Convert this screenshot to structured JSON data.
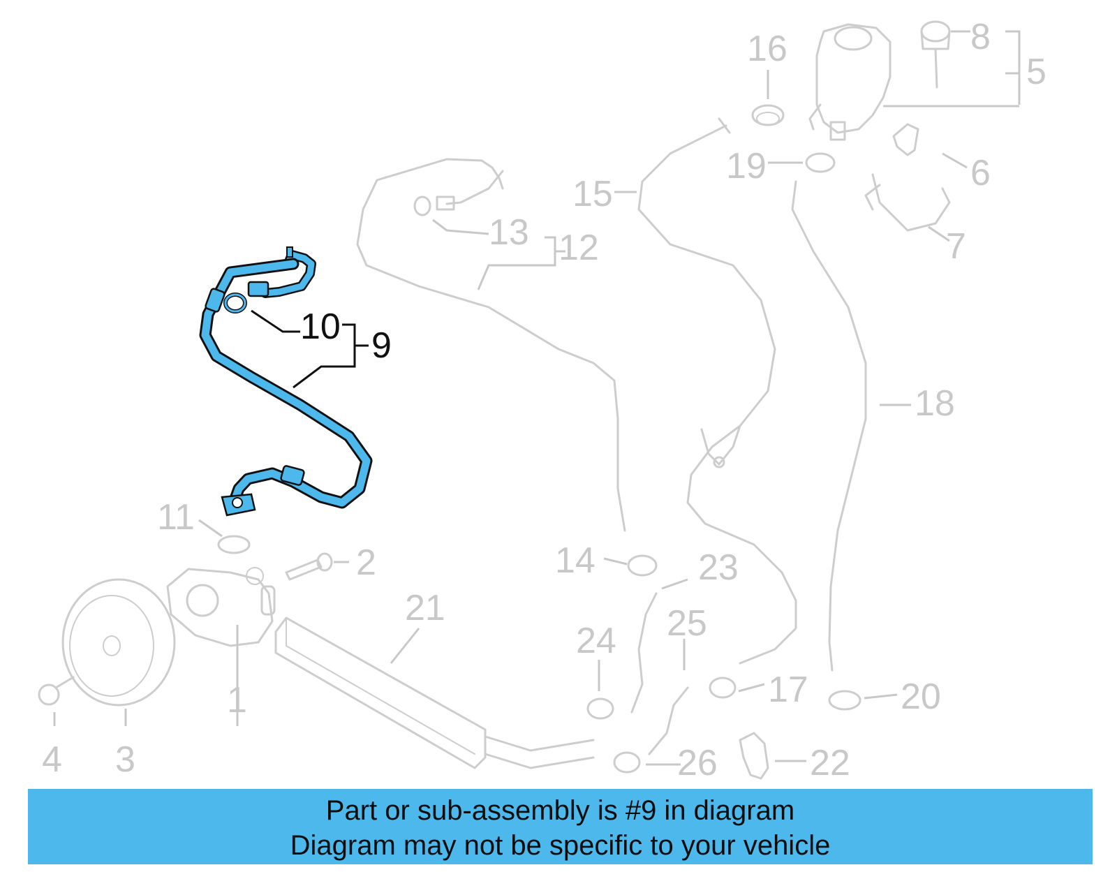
{
  "diagram": {
    "callouts": [
      {
        "id": "1",
        "label": "1",
        "highlight": false
      },
      {
        "id": "2",
        "label": "2",
        "highlight": false
      },
      {
        "id": "3",
        "label": "3",
        "highlight": false
      },
      {
        "id": "4",
        "label": "4",
        "highlight": false
      },
      {
        "id": "5",
        "label": "5",
        "highlight": false
      },
      {
        "id": "6",
        "label": "6",
        "highlight": false
      },
      {
        "id": "7",
        "label": "7",
        "highlight": false
      },
      {
        "id": "8",
        "label": "8",
        "highlight": false
      },
      {
        "id": "9",
        "label": "9",
        "highlight": true
      },
      {
        "id": "10",
        "label": "10",
        "highlight": true
      },
      {
        "id": "11",
        "label": "11",
        "highlight": false
      },
      {
        "id": "12",
        "label": "12",
        "highlight": false
      },
      {
        "id": "13",
        "label": "13",
        "highlight": false
      },
      {
        "id": "14",
        "label": "14",
        "highlight": false
      },
      {
        "id": "15",
        "label": "15",
        "highlight": false
      },
      {
        "id": "16",
        "label": "16",
        "highlight": false
      },
      {
        "id": "17",
        "label": "17",
        "highlight": false
      },
      {
        "id": "18",
        "label": "18",
        "highlight": false
      },
      {
        "id": "19",
        "label": "19",
        "highlight": false
      },
      {
        "id": "20",
        "label": "20",
        "highlight": false
      },
      {
        "id": "21",
        "label": "21",
        "highlight": false
      },
      {
        "id": "22",
        "label": "22",
        "highlight": false
      },
      {
        "id": "23",
        "label": "23",
        "highlight": false
      },
      {
        "id": "24",
        "label": "24",
        "highlight": false
      },
      {
        "id": "25",
        "label": "25",
        "highlight": false
      },
      {
        "id": "26",
        "label": "26",
        "highlight": false
      }
    ],
    "highlight_color": "#4cb8ec",
    "part_color": "#cdcdcd"
  },
  "banner": {
    "line1": "Part or sub-assembly is #9 in diagram",
    "line2": "Diagram may not be specific to your vehicle",
    "color": "#4cb8ec"
  }
}
